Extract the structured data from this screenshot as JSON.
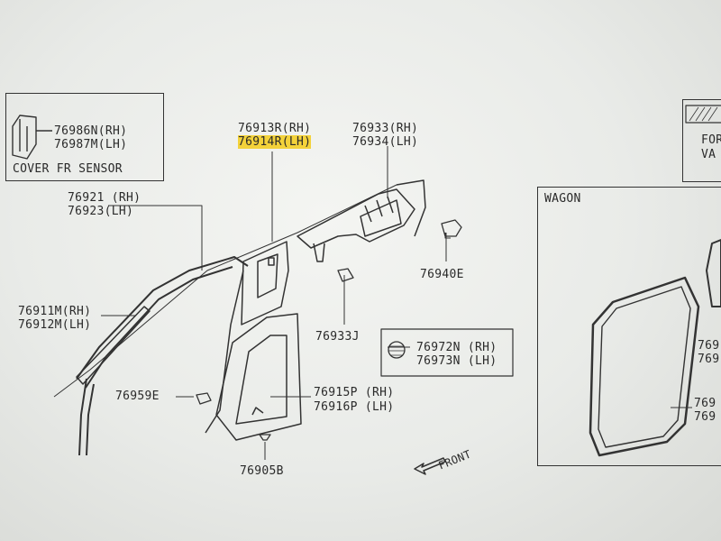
{
  "labels": {
    "cover_fr_sensor": {
      "rh": "76986N(RH)",
      "lh": "76987M(LH)",
      "caption": "COVER FR SENSOR"
    },
    "pillar_upper": {
      "rh": "76913R(RH)",
      "lh": "76914R(LH)"
    },
    "roof_trim": {
      "rh": "76933(RH)",
      "lh": "76934(LH)"
    },
    "a_pillar": {
      "rh": "76921 (RH)",
      "lh": "76923(LH)"
    },
    "weatherstrip": {
      "rh": "76911M(RH)",
      "lh": "76912M(LH)"
    },
    "clip_a": "76959E",
    "clip_b": "76940E",
    "cap": "76933J",
    "grommet": {
      "rh": "76972N (RH)",
      "lh": "76973N (LH)"
    },
    "pillar_lower": {
      "rh": "76915P (RH)",
      "lh": "76916P (LH)"
    },
    "screw": "76905B",
    "front_arrow": "FRONT",
    "wagon": "WAGON",
    "side_box": {
      "line1": "FOR",
      "line2": "VA"
    },
    "wagon_right": {
      "a": "769",
      "b": "769",
      "c": "769",
      "d": "769"
    }
  },
  "colors": {
    "highlight": "#f3d23a",
    "ink": "#2a2a2a"
  }
}
